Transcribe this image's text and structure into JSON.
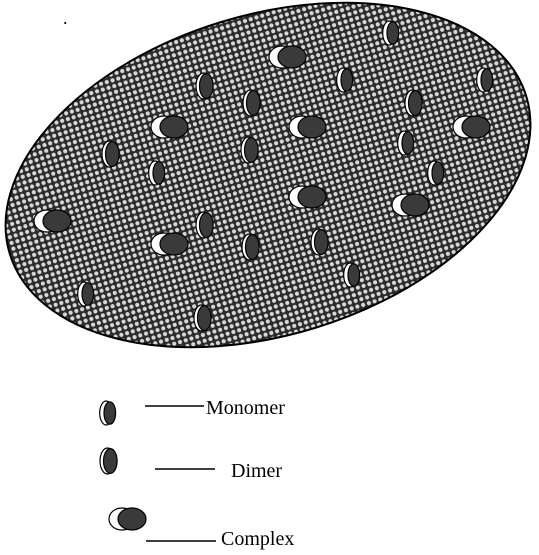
{
  "diagram": {
    "stray_mark": ".",
    "colors": {
      "cell_outline": "#000000",
      "lattice_background": "#2b2b2b",
      "lattice_dot": "#d8d8d8",
      "particle_dark": "#3a3a3a",
      "particle_light": "#ffffff"
    },
    "particles": {
      "monomer_count": 8,
      "dimer_count": 10,
      "complex_count": 8
    },
    "legend": [
      {
        "icon": "monomer-icon",
        "label": "Monomer"
      },
      {
        "icon": "dimer-icon",
        "label": "Dimer"
      },
      {
        "icon": "complex-icon",
        "label": "Complex"
      }
    ]
  }
}
